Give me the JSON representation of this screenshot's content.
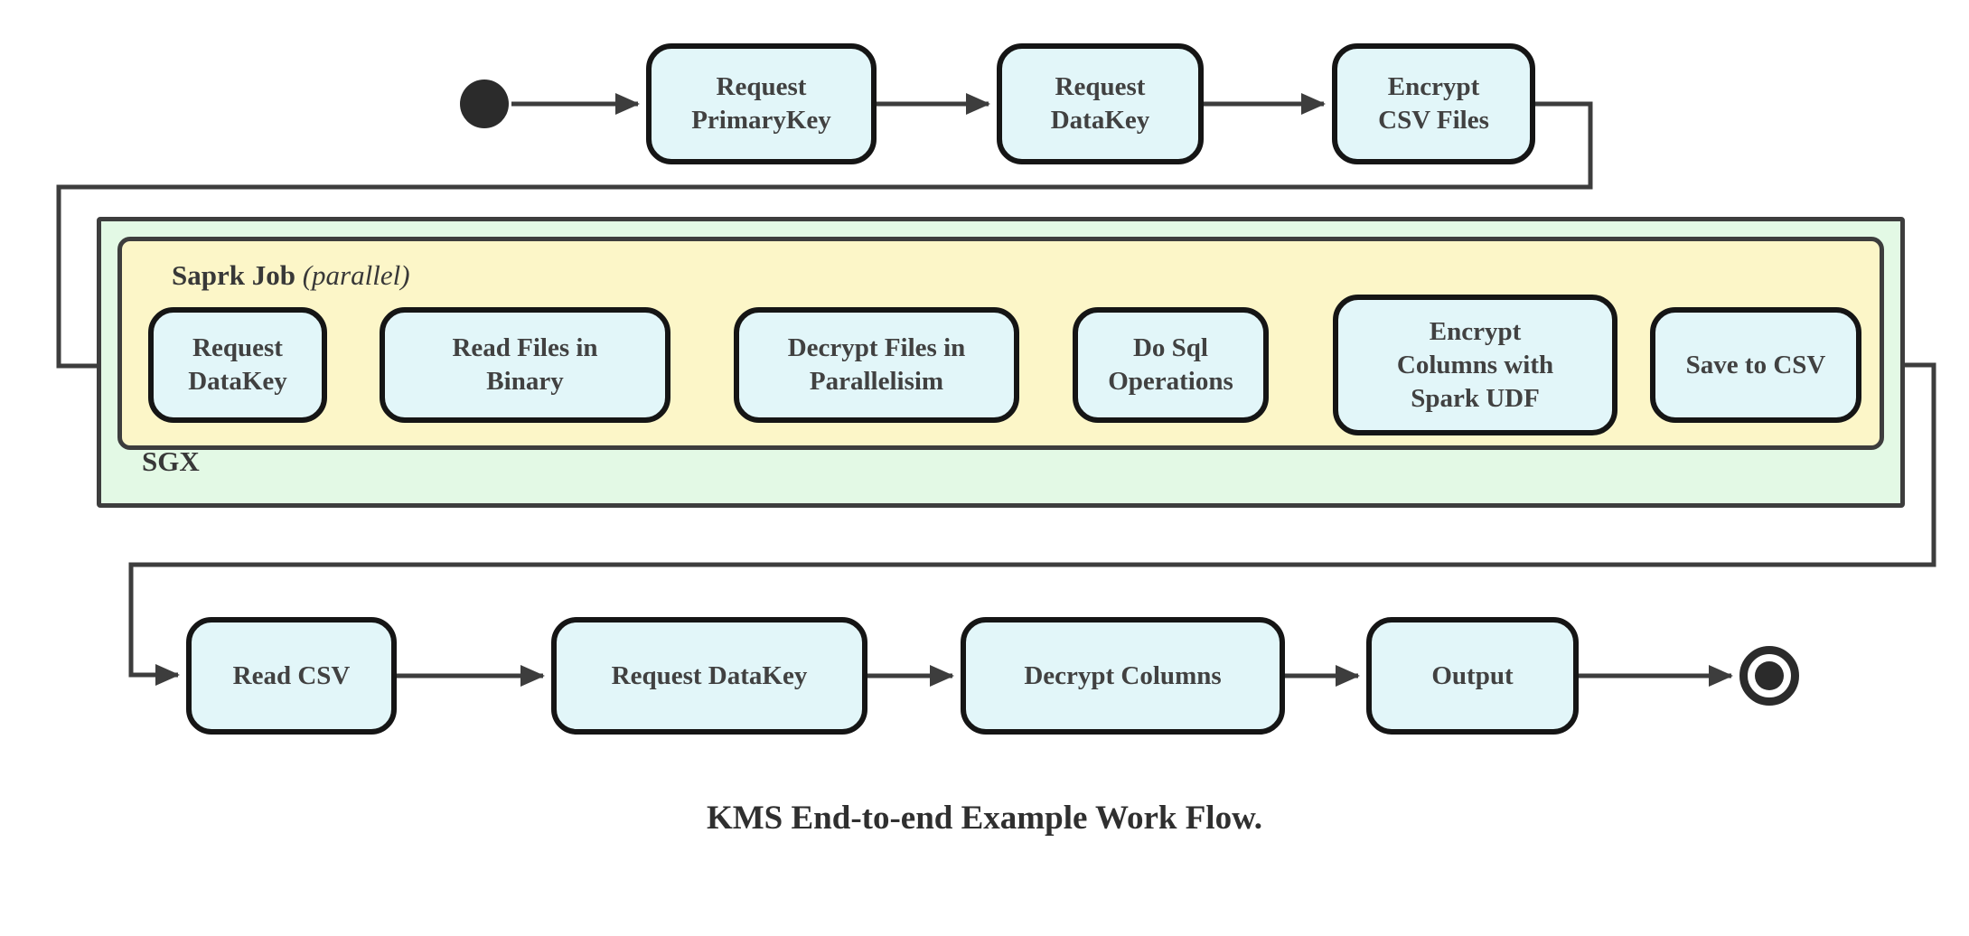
{
  "diagram": {
    "caption": "KMS End-to-end Example Work Flow.",
    "containers": {
      "sgx": {
        "label": "SGX"
      },
      "spark_job": {
        "label_bold": "Saprk Job",
        "label_paren": "(parallel)"
      }
    },
    "start_node": "start",
    "end_node": "end",
    "top_row": {
      "nodes": [
        {
          "label": "Request\nPrimaryKey"
        },
        {
          "label": "Request\nDataKey"
        },
        {
          "label": "Encrypt\nCSV Files"
        }
      ]
    },
    "sgx_row": {
      "nodes": [
        {
          "label": "Request\nDataKey"
        },
        {
          "label": "Read Files in\nBinary"
        },
        {
          "label": "Decrypt Files in\nParallelisim"
        },
        {
          "label": "Do Sql\nOperations"
        },
        {
          "label": "Encrypt\nColumns with\nSpark UDF"
        },
        {
          "label": "Save to CSV"
        }
      ]
    },
    "bottom_row": {
      "nodes": [
        {
          "label": "Read CSV"
        },
        {
          "label": "Request DataKey"
        },
        {
          "label": "Decrypt Columns"
        },
        {
          "label": "Output"
        }
      ]
    },
    "colors": {
      "node_fill": "#e2f6f9",
      "node_border": "#151515",
      "sgx_fill": "#e3f9e5",
      "spark_fill": "#fcf6c8",
      "container_border": "#3d3d3d",
      "connector": "#3d3d3d",
      "text": "#414141"
    }
  }
}
